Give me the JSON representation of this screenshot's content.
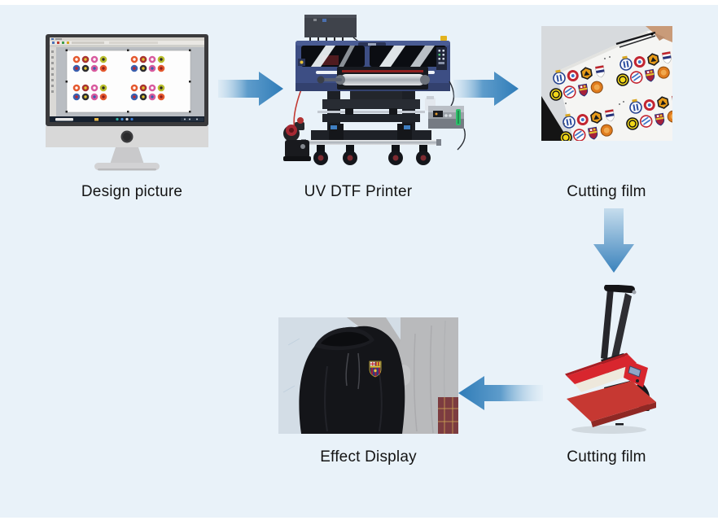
{
  "colors": {
    "background": "#e9f2f9",
    "arrow_blue": "#3a82bc",
    "label_text": "#141414",
    "printer_body": "#3d4e84",
    "press_red": "#d8262e"
  },
  "steps": [
    {
      "name": "design-picture",
      "label": "Design picture",
      "icon": "desktop-monitor-design-software"
    },
    {
      "name": "uv-dtf-printer",
      "label": "UV DTF Printer",
      "icon": "uv-dtf-printer-machine"
    },
    {
      "name": "cutting-film",
      "label": "Cutting film",
      "icon": "film-sheet-with-scissors-photo"
    },
    {
      "name": "heat-press",
      "label": "Cutting film",
      "icon": "heat-press-machine"
    },
    {
      "name": "effect-display",
      "label": "Effect Display",
      "icon": "hoodie-with-crest-photo"
    }
  ],
  "arrows": [
    {
      "name": "arrow-design-to-printer",
      "direction": "right"
    },
    {
      "name": "arrow-printer-to-film",
      "direction": "right"
    },
    {
      "name": "arrow-film-to-press",
      "direction": "down"
    },
    {
      "name": "arrow-press-to-effect",
      "direction": "left"
    }
  ]
}
